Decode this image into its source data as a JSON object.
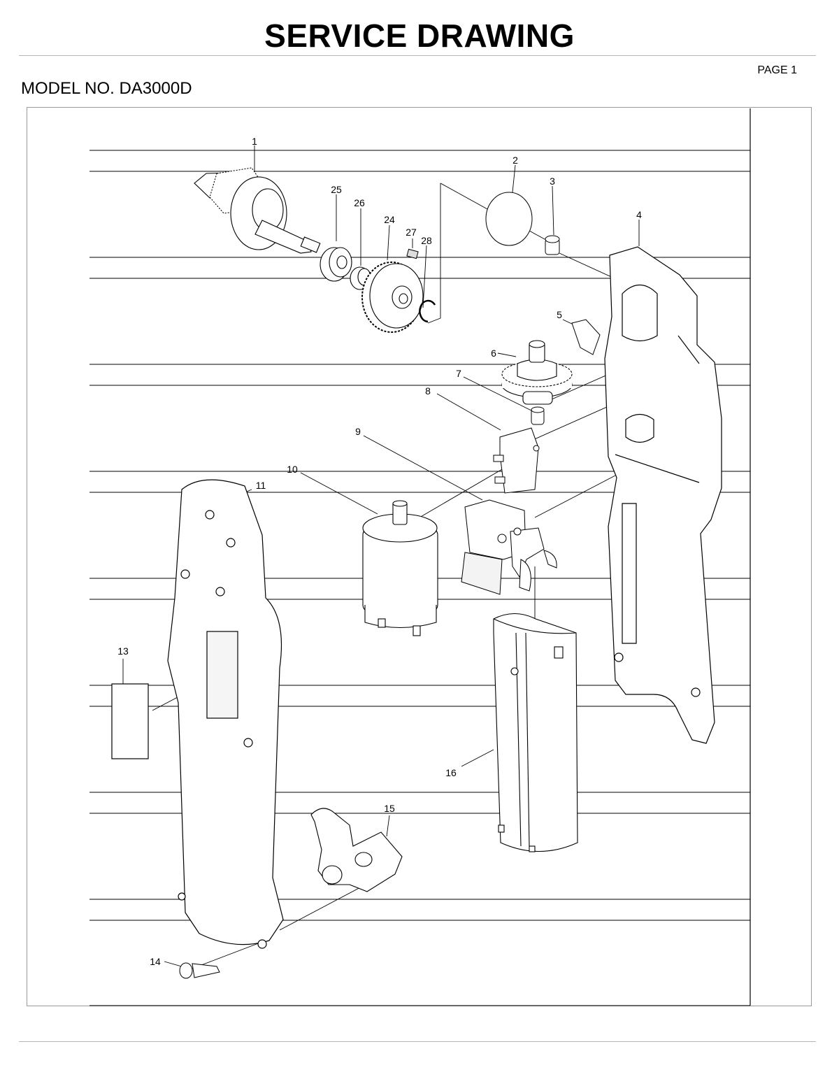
{
  "title": "SERVICE DRAWING",
  "page_label": "PAGE 1",
  "model_label": "MODEL NO. DA3000D",
  "callouts": {
    "c1": "1",
    "c2": "2",
    "c3": "3",
    "c4": "4",
    "c5": "5",
    "c6": "6",
    "c7": "7",
    "c8": "8",
    "c9": "9",
    "c10": "10",
    "c11": "11",
    "c13": "13",
    "c14": "14",
    "c15": "15",
    "c16": "16",
    "c24": "24",
    "c25": "25",
    "c26": "26",
    "c27": "27",
    "c28": "28"
  }
}
